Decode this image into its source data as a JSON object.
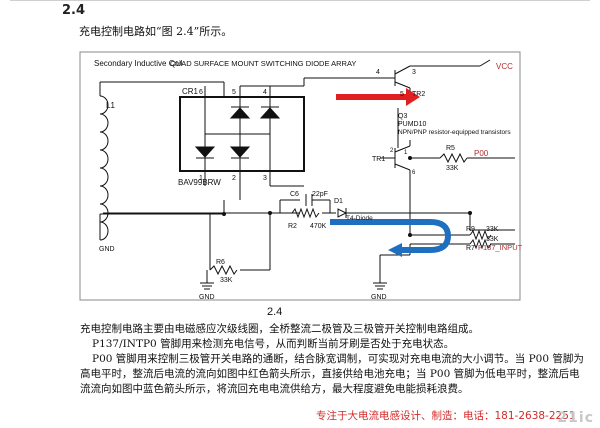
{
  "section": {
    "number": "2.4",
    "intro": "充电控制电路如“图 2.4”所示。"
  },
  "circuit": {
    "title_left": "Secondary Inductive Coil",
    "title_right": "QUAD SURFACE MOUNT SWITCHING DIODE ARRAY",
    "coil_label": "L1",
    "bridge_label": "CR1",
    "bridge_part": "BAV99BRW",
    "pin_6": "6",
    "pin_5": "5",
    "pin_4": "4",
    "pin_1": "1",
    "pin_2": "2",
    "pin_3": "3",
    "vcc": "VCC",
    "tr2": "TR2",
    "tr2_pin_4": "4",
    "tr2_pin_3": "3",
    "tr2_pin_5": "5",
    "q3": "Q3",
    "q3_part": "PUMD10",
    "q3_desc": "NPN/PNP resistor-equipped transistors",
    "tr1": "TR1",
    "tr1_pin_1": "1",
    "tr1_pin_2": "2",
    "tr1_pin_6": "6",
    "r5": "R5",
    "r5_val": "33K",
    "p00": "P00",
    "c6": "C6",
    "c6_val": "22pF",
    "r2": "R2",
    "r2_val": "470K",
    "d1": "D1",
    "t4": "T4-Diode",
    "r9": "R9",
    "r9_val": "33K",
    "r7": "R7",
    "r7_val": "33K",
    "p137": "P137_INPUT",
    "r6": "R6",
    "r6_val": "33K",
    "gnd_1": "GND",
    "gnd_2": "GND",
    "gnd_3": "GND"
  },
  "figure_caption": "2.4",
  "paragraphs": [
    "充电控制电路主要由电磁感应次级线圈，全桥整流二极管及三极管开关控制电路组成。",
    "P137/INTP0 管脚用来检测充电信号，从而判断当前牙刷是否处于充电状态。",
    "P00 管脚用来控制三极管开关电路的通断，结合脉宽调制，可实现对充电电流的大小调节。当 P00 管脚为高电平时，整流后电流的流向如图中红色箭头所示，直接供给电池充电；当 P00 管脚为低电平时，整流后电流流向如图中蓝色箭头所示，将流回充电电流供给方，最大程度避免电能损耗浪费。"
  ],
  "footer_ad": "专注于大电流电感设计、制造：电话：181-2638-2251",
  "logo": "21ic",
  "colors": {
    "red_arrow": "#e02020",
    "blue_arrow": "#1f6fc0",
    "net_label": "#b0302e",
    "ad_text": "#d42a2a"
  }
}
